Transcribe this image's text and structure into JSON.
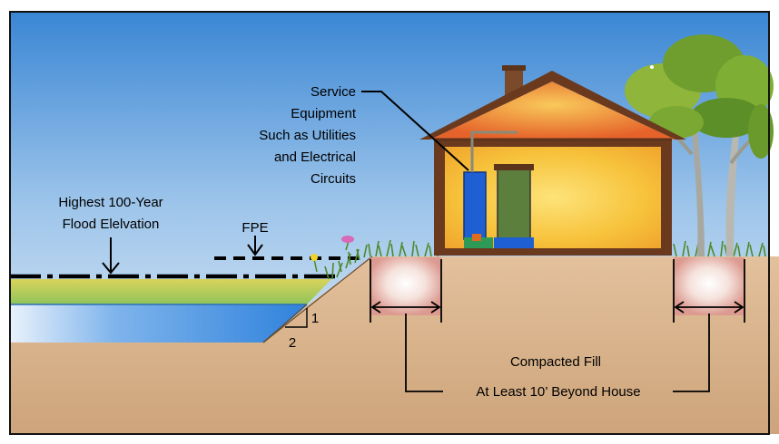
{
  "labels": {
    "service_line1": "Service",
    "service_line2": "Equipment",
    "service_line3": "Such as Utilities",
    "service_line4": "and Electrical",
    "service_line5": "Circuits",
    "flood_line1": "Highest 100-Year",
    "flood_line2": "Flood Elelvation",
    "fpe": "FPE",
    "slope_rise": "1",
    "slope_run": "2",
    "compacted_fill": "Compacted Fill",
    "beyond_house": "At Least 10’ Beyond House"
  },
  "colors": {
    "sky_top": "#3f8fd8",
    "sky_bottom": "#e8f0f8",
    "ground": "#d9b48f",
    "water": "#3b8fe0",
    "house_wall": "#f6c93a",
    "house_frame": "#6b3a1e",
    "grass": "#4f8f2a",
    "service_blue": "#1e5fd0",
    "service_green": "#5a7a3a"
  },
  "icons": [
    "house",
    "chimney",
    "water-heater",
    "furnace",
    "trees",
    "flower"
  ]
}
